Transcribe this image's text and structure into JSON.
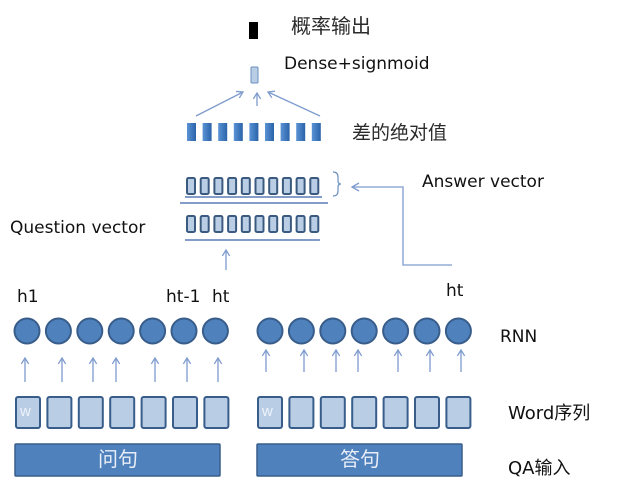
{
  "labels": {
    "probability_output": "概率输出",
    "dense_sigmoid": "Dense+signmoid",
    "abs_difference": "差的绝对值",
    "answer_vector": "Answer vector",
    "question_vector": "Question vector",
    "h1": "h1",
    "ht_minus_1": "ht-1",
    "ht_left": "ht",
    "ht_right": "ht",
    "rnn": "RNN",
    "word_sequence": "Word序列",
    "qa_input": "QA输入"
  },
  "question_block": {
    "input_bar_label": "问句",
    "word_first_label": "w",
    "word_box_count": 7,
    "rnn_node_count": 7
  },
  "answer_block": {
    "input_bar_label": "答句",
    "word_first_label": "w",
    "word_box_count": 7,
    "rnn_node_count": 7
  },
  "vectors": {
    "answer_vector_units": 10,
    "question_vector_units": 10,
    "abs_difference_units": 9,
    "dense_units": 1,
    "output_units": 1
  },
  "colors": {
    "node_fill": "#4f81bd",
    "node_stroke": "#385d8a",
    "word_fill": "#b9cde5",
    "vector_fill": "#b9cde5",
    "vector_stroke": "#3b5a80",
    "diff_fill": "#2f6db5",
    "arrow": "#7f9ccf",
    "output_fill": "#000000",
    "bar_fill": "#4f81bd"
  }
}
